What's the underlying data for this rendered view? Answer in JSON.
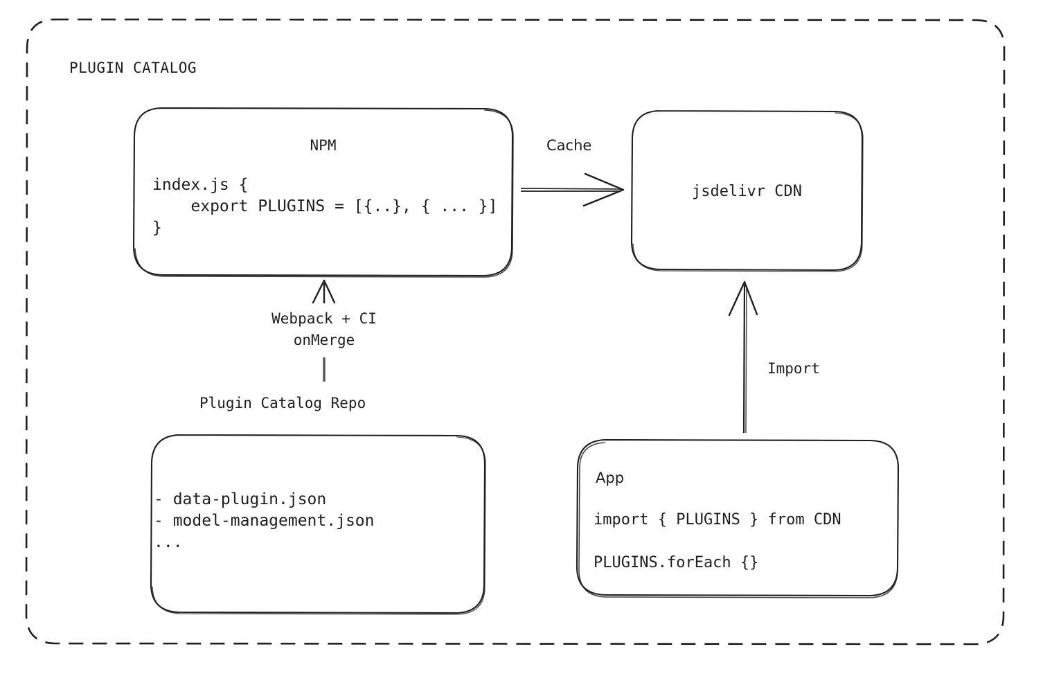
{
  "diagram": {
    "group": {
      "label": "PLUGIN CATALOG",
      "border_style": "dashed",
      "border_color": "#1e1e1e"
    },
    "nodes": [
      {
        "id": "npm",
        "title": "NPM",
        "code": "index.js {\n    export PLUGINS = [{..}, { ... }]\n}"
      },
      {
        "id": "cdn",
        "title": "jsdelivr CDN"
      },
      {
        "id": "repo",
        "title": "Plugin Catalog Repo",
        "files": "- data-plugin.json\n- model-management.json\n..."
      },
      {
        "id": "app",
        "title": "App",
        "line1": "import { PLUGINS } from CDN",
        "line2": "PLUGINS.forEach {}"
      }
    ],
    "edges": [
      {
        "id": "cache",
        "label": "Cache",
        "from": "npm",
        "to": "cdn"
      },
      {
        "id": "build",
        "label": "Webpack + CI\nonMerge",
        "from": "repo",
        "to": "npm"
      },
      {
        "id": "import",
        "label": "Import",
        "from": "app",
        "to": "cdn"
      }
    ]
  },
  "colors": {
    "stroke": "#1e1e1e",
    "background": "#ffffff"
  }
}
